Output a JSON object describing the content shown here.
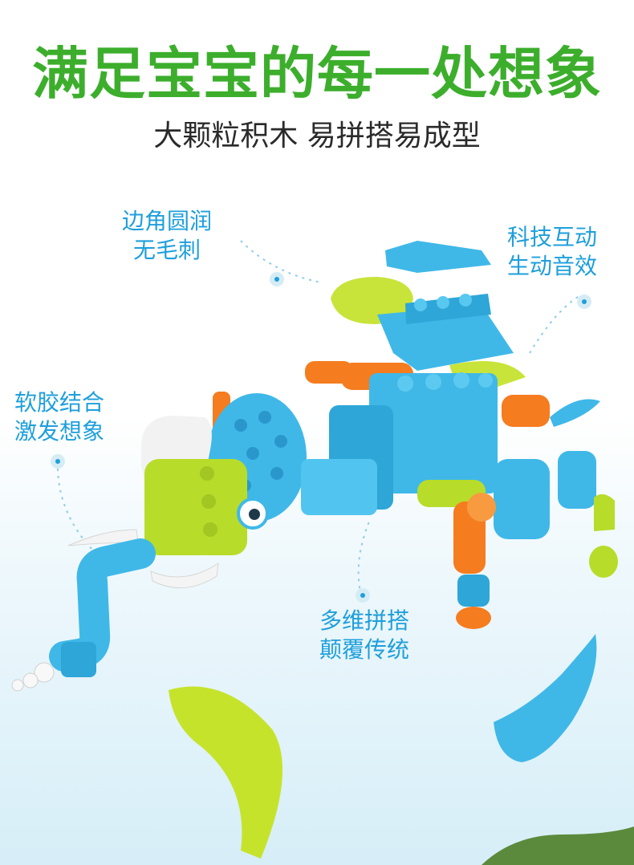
{
  "header": {
    "title": "满足宝宝的每一处想象",
    "subtitle": "大颗粒积木 易拼搭易成型"
  },
  "callouts": {
    "rounded": {
      "line1": "边角圆润",
      "line2": "无毛刺"
    },
    "interactive": {
      "line1": "科技互动",
      "line2": "生动音效"
    },
    "soft": {
      "line1": "软胶结合",
      "line2": "激发想象"
    },
    "multi": {
      "line1": "多维拼搭",
      "line2": "颠覆传统"
    }
  },
  "colors": {
    "title_green": "#3cae2c",
    "callout_blue": "#1e9fdc",
    "brick_blue": "#3fb8e8",
    "brick_lime": "#b8dc2a",
    "brick_orange": "#f57c1f"
  }
}
